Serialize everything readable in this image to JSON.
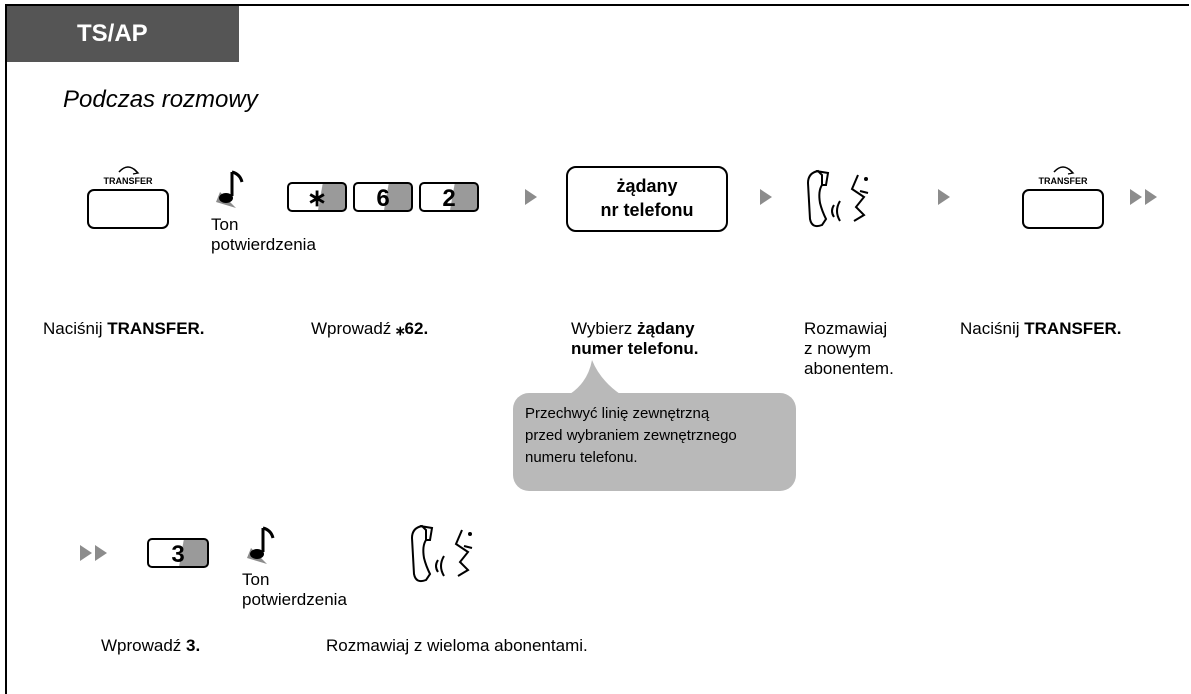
{
  "header": {
    "tab_label": "TS/AP"
  },
  "subtitle": "Podczas rozmowy",
  "row1": {
    "transfer_key_label": "TRANSFER",
    "tone_label": "Ton\npotwierdzenia",
    "keys": [
      "∗",
      "6",
      "2"
    ],
    "dial_box_line1": "żądany",
    "dial_box_line2": "nr telefonu",
    "transfer_key_label_2": "TRANSFER"
  },
  "captions": {
    "c1_text": "Naciśnij ",
    "c1_bold": "TRANSFER.",
    "c2_text": "Wprowadź ",
    "c2_bold": "⁎62.",
    "c3_text": "Wybierz ",
    "c3_bold1": "żądany",
    "c3_bold2": "numer telefonu.",
    "c4": "Rozmawiaj\nz nowym\nabonentem.",
    "c5_text": "Naciśnij ",
    "c5_bold": "TRANSFER."
  },
  "bubble": {
    "text": "Przechwyć linię zewnętrzną\nprzed wybraniem zewnętrznego\nnumeru telefonu."
  },
  "row2": {
    "key": "3",
    "tone_label": "Ton\npotwierdzenia",
    "c1_text": "Wprowadź ",
    "c1_bold": "3.",
    "c2": "Rozmawiaj z wieloma abonentami."
  },
  "colors": {
    "tab_bg": "#555555",
    "bubble_bg": "#b9b9b9",
    "arrow": "#8c8c8c"
  }
}
